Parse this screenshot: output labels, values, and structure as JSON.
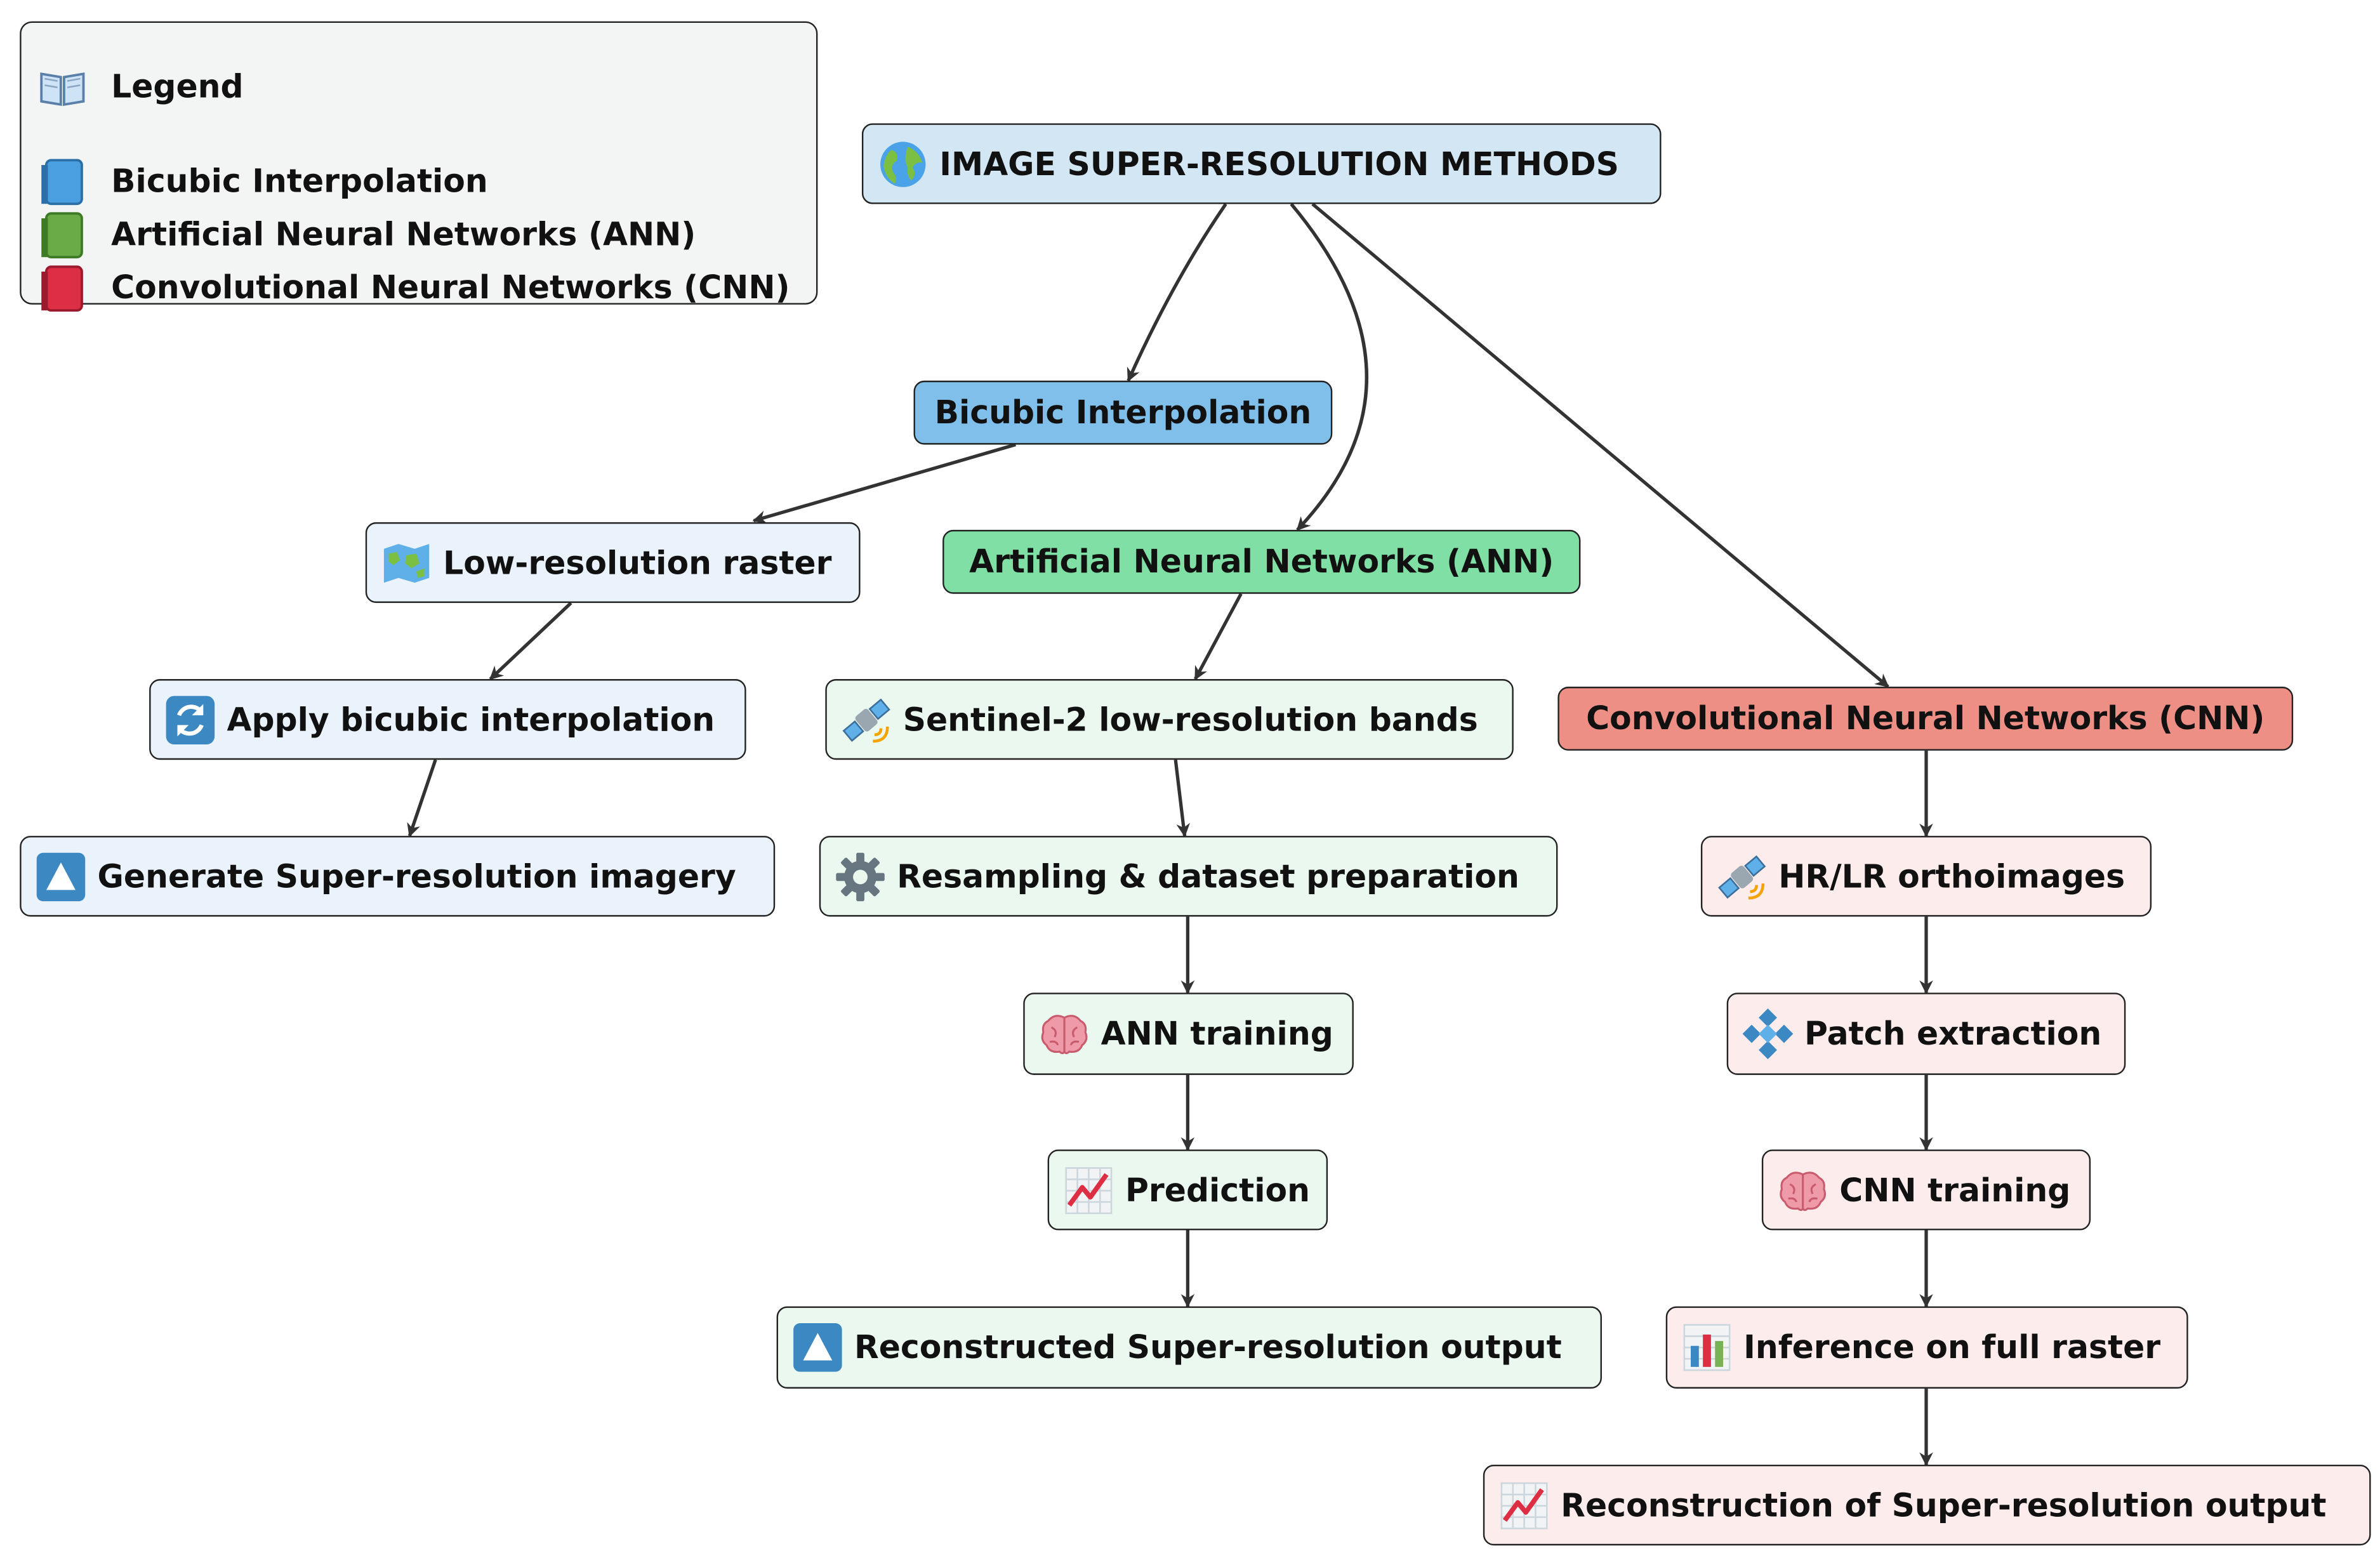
{
  "legend": {
    "title": "Legend",
    "title_icon": "open-book-icon",
    "items": [
      {
        "label": "Bicubic Interpolation",
        "icon": "blue-book-icon",
        "color": "#4a9fe0"
      },
      {
        "label": "Artificial Neural Networks (ANN)",
        "icon": "green-book-icon",
        "color": "#6aab48"
      },
      {
        "label": "Convolutional Neural Networks (CNN)",
        "icon": "red-book-icon",
        "color": "#dc2f45"
      }
    ]
  },
  "root": {
    "label": "IMAGE SUPER-RESOLUTION METHODS",
    "icon": "globe-icon"
  },
  "bicubic": {
    "label": "Bicubic Interpolation",
    "steps": [
      {
        "label": "Low-resolution raster",
        "icon": "map-icon"
      },
      {
        "label": "Apply bicubic interpolation",
        "icon": "refresh-icon"
      },
      {
        "label": "Generate Super-resolution imagery",
        "icon": "triangle-icon"
      }
    ]
  },
  "ann": {
    "label": "Artificial Neural Networks (ANN)",
    "steps": [
      {
        "label": "Sentinel-2 low-resolution bands",
        "icon": "satellite-icon"
      },
      {
        "label": "Resampling & dataset preparation",
        "icon": "gear-icon"
      },
      {
        "label": "ANN training",
        "icon": "brain-icon"
      },
      {
        "label": "Prediction",
        "icon": "chart-increasing-icon"
      },
      {
        "label": "Reconstructed Super-resolution output",
        "icon": "triangle-icon"
      }
    ]
  },
  "cnn": {
    "label": "Convolutional Neural Networks (CNN)",
    "steps": [
      {
        "label": "HR/LR orthoimages",
        "icon": "satellite-icon"
      },
      {
        "label": "Patch extraction",
        "icon": "diamond-tiles-icon"
      },
      {
        "label": "CNN training",
        "icon": "brain-icon"
      },
      {
        "label": "Inference on full raster",
        "icon": "bar-chart-icon"
      },
      {
        "label": "Reconstruction of Super-resolution output",
        "icon": "chart-increasing-icon"
      }
    ]
  },
  "colors": {
    "root_fill": "#d3e6f3",
    "bicubic_fill": "#80bfea",
    "ann_fill": "#7fdfa5",
    "cnn_fill": "#ee8f85",
    "bicubic_step_fill": "#eaf3fb",
    "ann_step_fill": "#eaf8f0",
    "cnn_step_fill": "#fdecec",
    "edge": "#333333"
  }
}
